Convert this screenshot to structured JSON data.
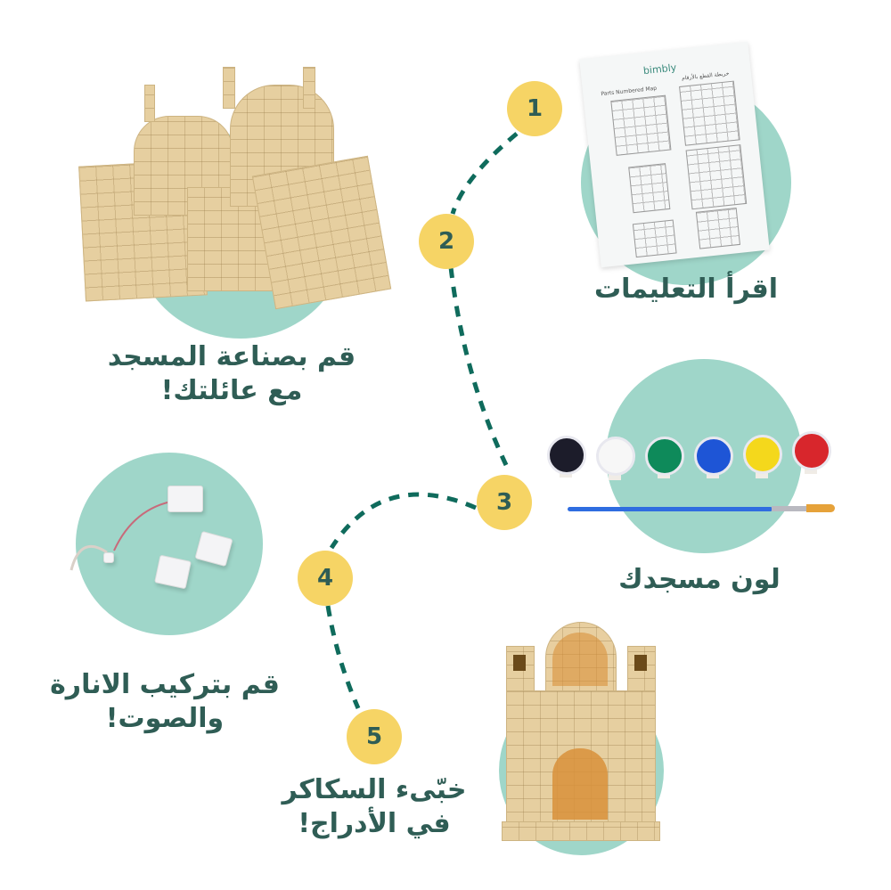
{
  "colors": {
    "circle_fill": "#9fd6c9",
    "badge_fill": "#f6d465",
    "badge_text": "#2f5d55",
    "caption_text": "#2f5d55",
    "dashed_path": "#0f6b5c"
  },
  "steps": [
    {
      "number": "1",
      "caption_lines": [
        "اقرأ التعليمات"
      ],
      "image": "instruction-sheet"
    },
    {
      "number": "2",
      "caption_lines": [
        "قم بصناعة المسجد",
        "مع عائلتك!"
      ],
      "image": "wooden-mosque-panels"
    },
    {
      "number": "3",
      "caption_lines": [
        "لون مسجدك"
      ],
      "image": "paint-pots-and-brush"
    },
    {
      "number": "4",
      "caption_lines": [
        "قم بتركيب الانارة",
        "والصوت!"
      ],
      "image": "lights-and-sound-modules"
    },
    {
      "number": "5",
      "caption_lines": [
        "خبّىء السكاكر",
        "في الأدراج!"
      ],
      "image": "assembled-mosque-advent-calendar"
    }
  ],
  "instruction_sheet": {
    "brand": "bimbly",
    "left_header": "Parts Numbered Map",
    "right_header": "خريطة القطع بالأرقام"
  },
  "paint_colors": [
    "#1c1c2a",
    "#f7f7f7",
    "#0e8a5a",
    "#1e55d6",
    "#f4d81c",
    "#d8262c"
  ]
}
